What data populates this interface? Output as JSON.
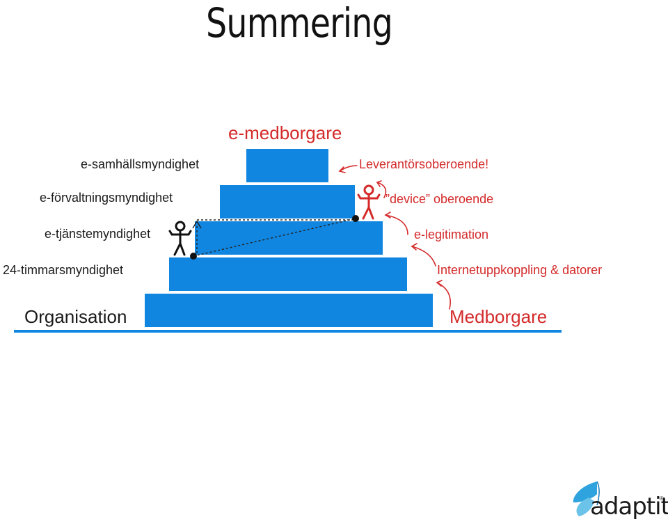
{
  "slide": {
    "title": "Summering"
  },
  "pyramid": {
    "top_label": "e-medborgare",
    "levels": [
      "e-samhällsmyndighet",
      "e-förvaltningsmyndighet",
      "e-tjänstemyndighet",
      "24-timmarsmyndighet"
    ],
    "left_footer": "Organisation",
    "right_footer": "Medborgare",
    "right_notes": [
      "Leverantörsoberoende!",
      "”device” oberoende",
      "e-legitimation",
      "Internetuppkoppling & datorer"
    ],
    "colors": {
      "block": "#1186e0",
      "citizen_text": "#d42a2a",
      "organisation_text": "#1a1a1a"
    }
  },
  "logo": {
    "text": "adaptit",
    "mark": "®",
    "icon": "butterfly-icon"
  }
}
